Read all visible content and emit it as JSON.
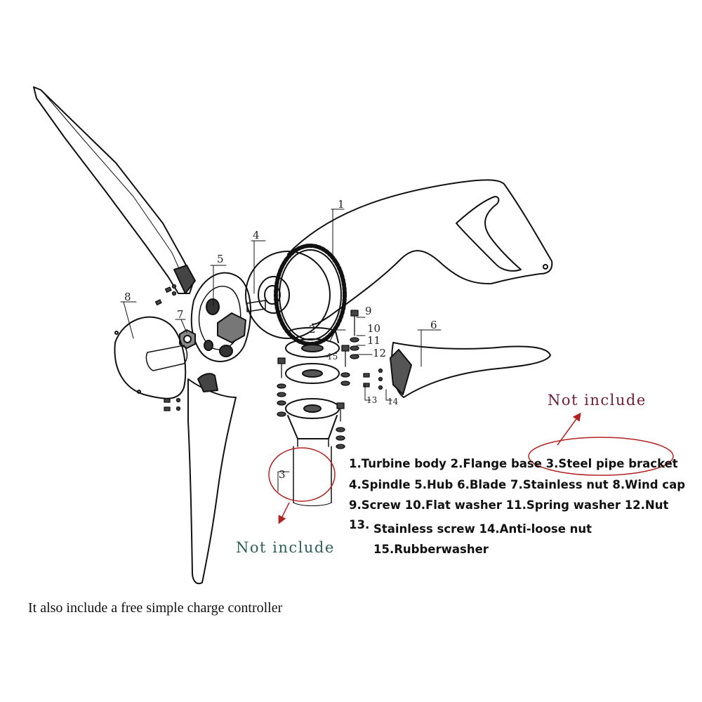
{
  "callouts": {
    "body": "1",
    "flange": "2",
    "pipe": "3",
    "spindle": "4",
    "hub": "5",
    "blade": "6",
    "nut": "7",
    "cap": "8",
    "screw": "9",
    "flat_washer": "10",
    "spring_washer": "11",
    "nut_small": "12",
    "stainless_screw": "13",
    "anti_loose_nut": "14",
    "rubber_washer": "15"
  },
  "legend": {
    "line1": "1.Turbine body  2.Flange base 3.Steel pipe bracket",
    "line2": "4.Spindle  5.Hub  6.Blade 7.Stainless nut 8.Wind cap",
    "line3": "9.Screw  10.Flat washer  11.Spring washer  12.Nut",
    "line4_num": "13.",
    "line4_text": "Stainless screw 14.Anti-loose nut",
    "line5": "15.Rubberwasher"
  },
  "not_include_right": "Not include",
  "not_include_left": "Not include",
  "footer_note": "It also include a free simple charge controller",
  "colors": {
    "line_art": "#111111",
    "annotation_red": "#b22222",
    "not_include_right": "#6b1e3a",
    "not_include_left": "#2f5f55"
  }
}
